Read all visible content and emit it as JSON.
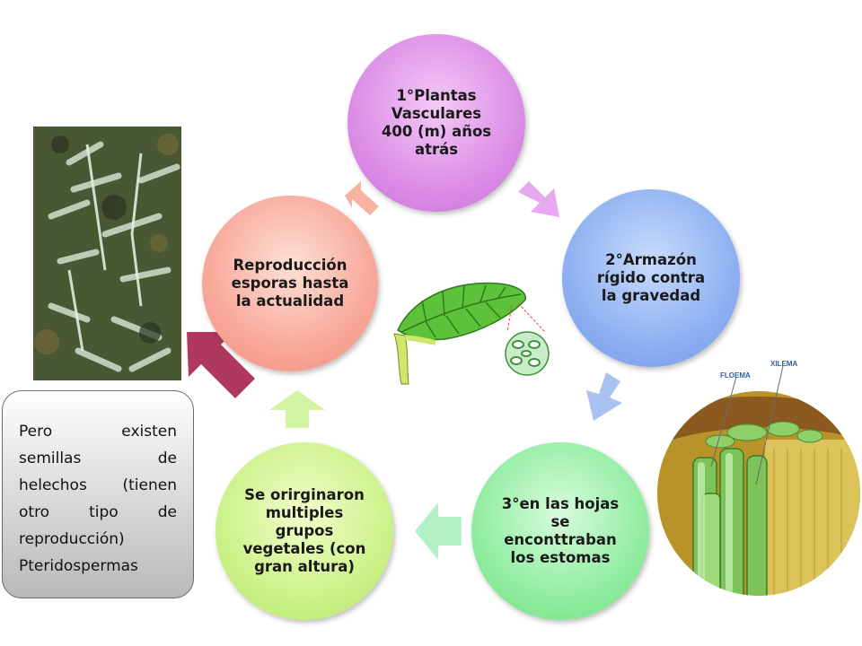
{
  "cycle": {
    "step1": "1°Plantas Vasculares 400 (m)  años atrás",
    "step2": "2°Armazón rígido contra la gravedad",
    "step3": "3°en las hojas se enconttraban los estomas",
    "step4": "Se orirginaron multiples grupos vegetales (con gran altura)",
    "step5": "Reproducción esporas hasta la actualidad"
  },
  "note": {
    "text": "Pero existen semillas de helechos (tienen otro tipo de reproducción) Pteridospermas"
  },
  "cross_section": {
    "label_floema": "FLOEMA",
    "label_xilema": "XILEMA"
  },
  "colors": {
    "step1": "#dc8ee6",
    "step2": "#8fb1f2",
    "step3": "#92eda2",
    "step4": "#ccf28a",
    "step5": "#f8a99a",
    "big_arrow": "#b0385e"
  }
}
